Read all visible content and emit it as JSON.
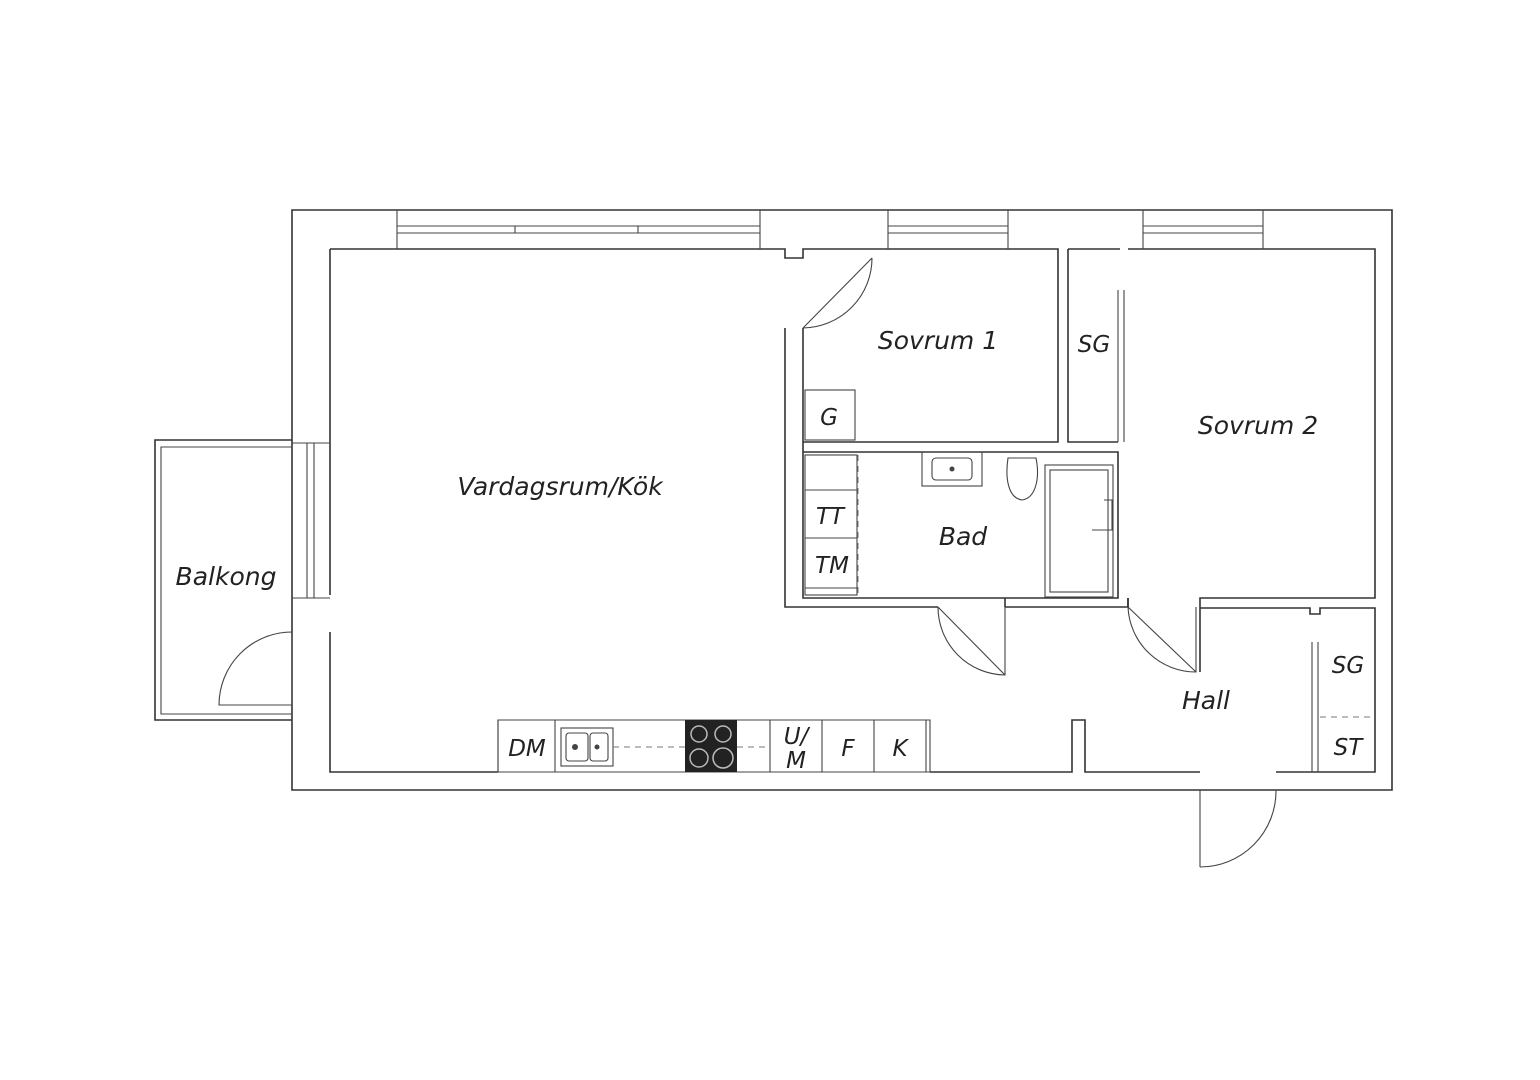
{
  "rooms": {
    "living_kitchen": "Vardagsrum/Kök",
    "bedroom1": "Sovrum 1",
    "bedroom2": "Sovrum 2",
    "bathroom": "Bad",
    "hall": "Hall",
    "balcony": "Balkong"
  },
  "fixtures": {
    "wardrobe_g": "G",
    "wardrobe_sg_bedroom2": "SG",
    "wardrobe_sg_hall": "SG",
    "storage_st": "ST",
    "tumble_dryer": "TT",
    "washing_machine": "TM",
    "dishwasher": "DM",
    "oven_microwave_top": "U/",
    "oven_microwave_bottom": "M",
    "freezer": "F",
    "fridge": "K"
  },
  "colors": {
    "line": "#333333",
    "background": "#ffffff",
    "stove": "#222222"
  }
}
